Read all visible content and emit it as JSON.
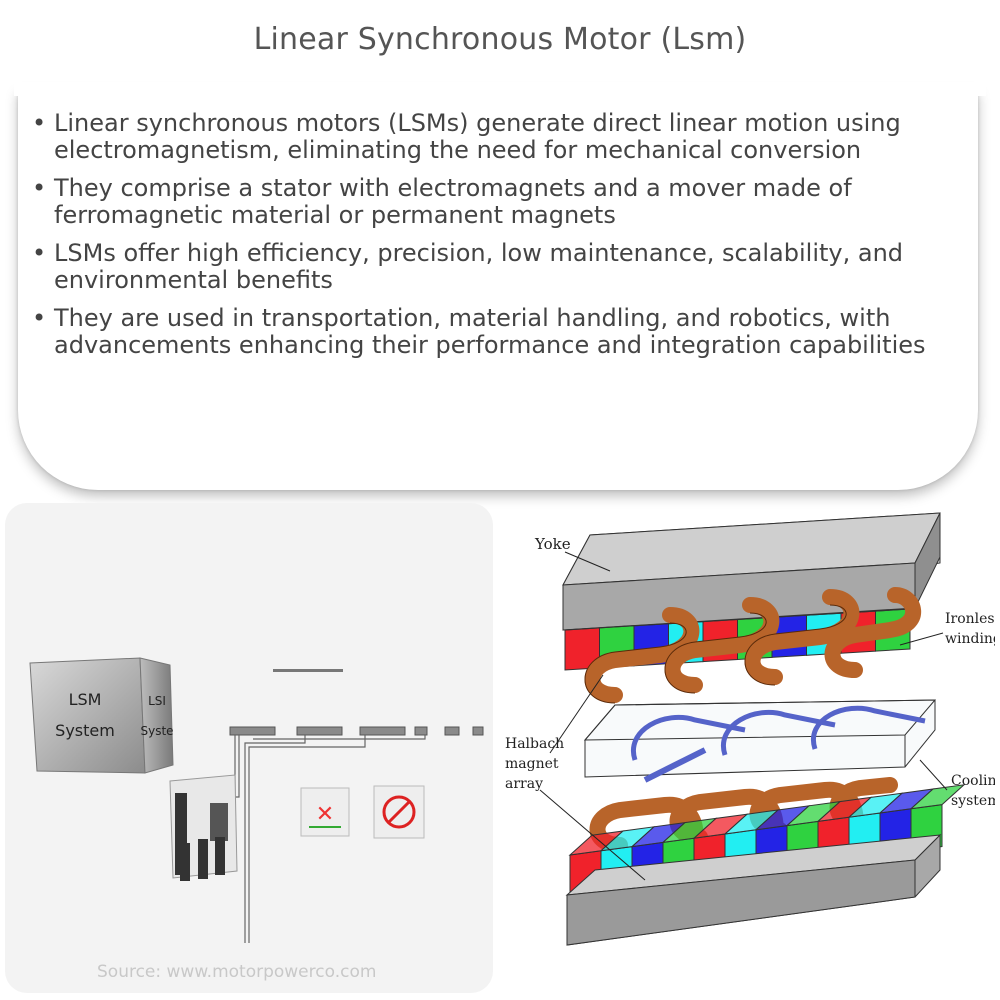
{
  "title": "Linear Synchronous Motor (Lsm)",
  "bullets": [
    "Linear synchronous motors (LSMs) generate direct linear motion using electromagnetism, eliminating the need for mechanical conversion",
    "They comprise a stator with electromagnets and a mover made of ferromagnetic material or permanent magnets",
    "LSMs offer high efficiency, precision, low maintenance, scalability, and environmental benefits",
    "They are used in transportation, material handling, and robotics, with advancements enhancing their performance and integration capabilities"
  ],
  "photo": {
    "cube_label_line1": "LSM",
    "cube_label_line2": "System",
    "cube_side_line1": "LSI",
    "cube_side_line2": "Syste",
    "source": "Source: www.motorpowerco.com"
  },
  "diagram": {
    "labels": {
      "yoke": "Yoke",
      "ironless_1": "Ironless",
      "ironless_2": "winding",
      "halbach_1": "Halbach",
      "halbach_2": "magnet",
      "halbach_3": "array",
      "cooling_1": "Cooling",
      "cooling_2": "system"
    },
    "colors": {
      "red": "#f0222b",
      "green": "#2fd240",
      "blue": "#2323e6",
      "cyan": "#22eef2",
      "copper": "#b8642a",
      "steel": "#a8a8a8"
    }
  }
}
